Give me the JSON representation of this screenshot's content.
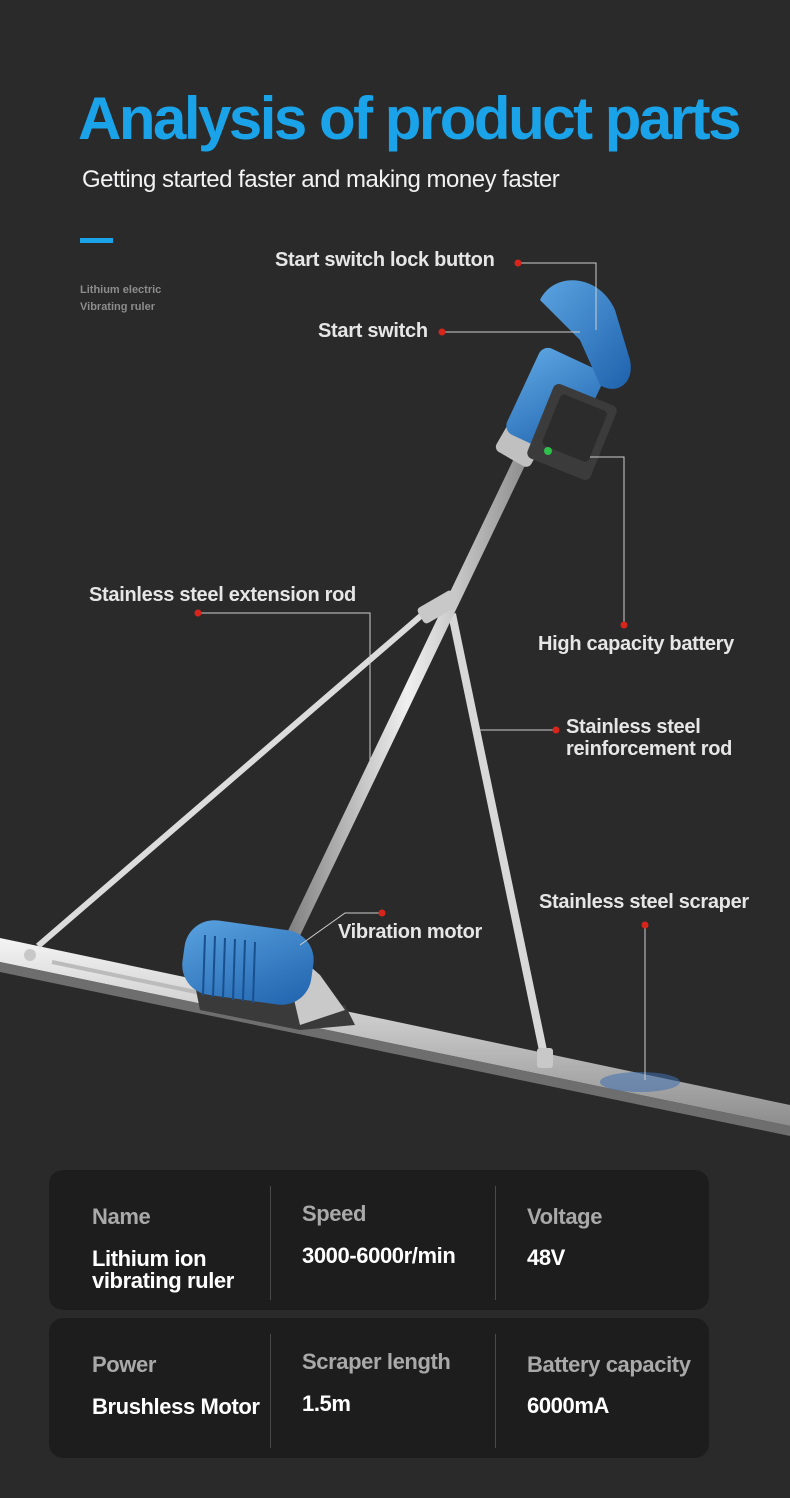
{
  "header": {
    "title": "Analysis of product parts",
    "subtitle": "Getting started faster and making money faster",
    "side_note_line1": "Lithium electric",
    "side_note_line2": "Vibrating ruler"
  },
  "callouts": {
    "lock_button": "Start switch lock button",
    "start_switch": "Start switch",
    "extension_rod": "Stainless steel extension rod",
    "battery": "High capacity battery",
    "reinforcement_rod_line1": "Stainless steel",
    "reinforcement_rod_line2": "reinforcement rod",
    "scraper": "Stainless steel scraper",
    "vibration_motor": "Vibration motor"
  },
  "specs": {
    "row1": [
      {
        "label": "Name",
        "value_line1": "Lithium ion",
        "value_line2": "vibrating ruler"
      },
      {
        "label": "Speed",
        "value_line1": "3000-6000r/min"
      },
      {
        "label": "Voltage",
        "value_line1": "48V"
      }
    ],
    "row2": [
      {
        "label": "Power",
        "value_line1": "Brushless Motor"
      },
      {
        "label": "Scraper length",
        "value_line1": "1.5m"
      },
      {
        "label": "Battery capacity",
        "value_line1": "6000mA"
      }
    ]
  },
  "colors": {
    "accent": "#1aa3e8",
    "background": "#2a2a2b",
    "panel": "#1d1d1e",
    "callout_dot": "#d8251c"
  }
}
